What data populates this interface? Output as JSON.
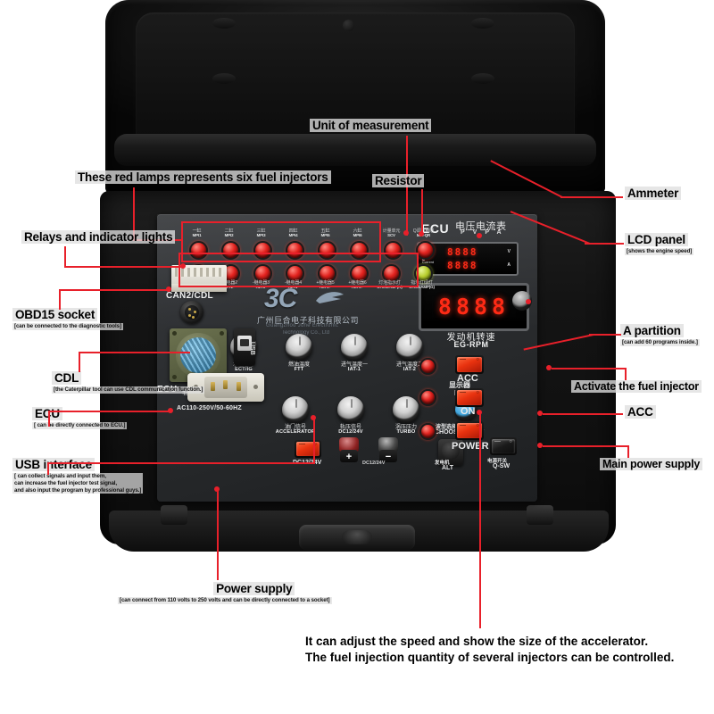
{
  "device": {
    "brand_logo": "3C",
    "brand_cn": "广州巨合电子科技有限公司",
    "brand_en_1": "Guangzhou Juhe Electronic",
    "brand_en_2": "Technology Co., Ltd",
    "ecu_label": "ECU",
    "meter_title_cn": "电压电流表",
    "meter_pv": "PV",
    "meter_pa": "PA",
    "voltage_tag": "Voltage",
    "current_tag": "Current",
    "voltage_value": "8888",
    "current_value": "8888",
    "voltage_unit": "V",
    "current_unit": "A",
    "rpm_value": "8888",
    "rpm_label_cn": "发动机转速",
    "rpm_label_en": "EG-RPM",
    "can2_label": "CAN2/CDL",
    "ecu_in_label": "ECU",
    "ecu_in_cn": "输入",
    "ecu_in_en": "IN",
    "usb_label": "USB",
    "ac_label": "AC110-250V/50-60HZ",
    "lcd_label_cn": "显示器",
    "lcd_label_en": "LCD",
    "choose_label_cn": "波型选择/启动",
    "choose_label_en": "CHOOSE/START",
    "alt_label_cn": "发电机",
    "alt_label_en": "ALT",
    "qsw_label_cn": "电源开关",
    "qsw_label_en": "Q-SW",
    "dc_label": "DC12/24V",
    "post_plus_label": "DC12/24V",
    "switches": [
      {
        "name": "ACC",
        "label": "ACC",
        "color": "#e8320f"
      },
      {
        "name": "ON",
        "label": "ON",
        "color": "#e8320f"
      },
      {
        "name": "POWER",
        "label": "POWER",
        "color": "#e8320f"
      }
    ],
    "injector_lamps": [
      {
        "cn": "一缸",
        "en": "MPI1"
      },
      {
        "cn": "二缸",
        "en": "MPI2"
      },
      {
        "cn": "三缸",
        "en": "MPI3"
      },
      {
        "cn": "四缸",
        "en": "MPI4"
      },
      {
        "cn": "五缸",
        "en": "MPI5"
      },
      {
        "cn": "六缸",
        "en": "MPI6"
      }
    ],
    "extra_lamps": [
      {
        "cn": "计量单元",
        "en": "SCV"
      },
      {
        "cn": "Q调节电阻",
        "en": "MPI-QR"
      }
    ],
    "relay_lamps": [
      {
        "cn": "-继电器1",
        "en": "RLY1-"
      },
      {
        "cn": "-继电器2",
        "en": "RLY2-"
      },
      {
        "cn": "-继电器3",
        "en": "RLY3-"
      },
      {
        "cn": "-继电器4",
        "en": "RLY4-"
      },
      {
        "cn": "+继电器5",
        "en": "RLY5+"
      },
      {
        "cn": "+继电器6",
        "en": "RLY6+"
      },
      {
        "cn": "灯泡指示灯",
        "en": "OAK/LAMP(R)"
      },
      {
        "cn": "指示灯绿灯",
        "en": "OAK/LAMP(G)"
      }
    ],
    "knobs_row1": [
      {
        "cn": "水温信号",
        "en": "ECT/IG"
      },
      {
        "cn": "燃油温度",
        "en": "FTT"
      },
      {
        "cn": "进气温度一",
        "en": "IAT-1"
      },
      {
        "cn": "进气温度二",
        "en": "IAT-2"
      }
    ],
    "knobs_row2": [
      {
        "cn": "油门信号",
        "en": "ACCELERATOR"
      },
      {
        "cn": "轨压信号",
        "en": "DC12/24V"
      },
      {
        "cn": "涡压压力",
        "en": "TURBO"
      }
    ]
  },
  "annotations": {
    "unit_of_measurement": {
      "title": "Unit of measurement"
    },
    "red_lamps": {
      "title": "These red lamps represents six fuel injectors"
    },
    "resistor": {
      "title": "Resistor"
    },
    "ammeter": {
      "title": "Ammeter"
    },
    "relays": {
      "title": "Relays and indicator lights"
    },
    "lcd_panel": {
      "title": "LCD panel",
      "sub": "[shows the engine speed]"
    },
    "obd15": {
      "title": "OBD15 socket",
      "sub": "[can be connected to the diagnostic tools]"
    },
    "cdl": {
      "title": "CDL",
      "sub": "[the Caterpillar tool can use CDL communication function.]"
    },
    "ecu": {
      "title": "ECU",
      "sub": "[ can be directly connected to ECU.]"
    },
    "usb": {
      "title": "USB interface",
      "sub": "[ can collect signals and input them,\ncan increase the fuel injector test signal,\nand also input the program by professional guys.]"
    },
    "partition": {
      "title": "A partition",
      "sub": "[can add 60 programs inside.]"
    },
    "activate_injector": {
      "title": "Activate the fuel injector"
    },
    "acc": {
      "title": "ACC"
    },
    "main_power": {
      "title": "Main power supply"
    },
    "power_supply": {
      "title": "Power supply",
      "sub": "[can connect from 110 volts to 250 volts and can be directly connected to a socket]"
    },
    "bottom_note": {
      "line1": "It can adjust the speed and show the size of the accelerator.",
      "line2": "The fuel injection quantity of several injectors can be controlled."
    }
  },
  "colors": {
    "lead_red": "#e8202a",
    "lamp_red": "#e3231f",
    "lamp_green": "#b9cf2e",
    "segment_red": "#ff2b18",
    "switch_red": "#e8320f"
  }
}
